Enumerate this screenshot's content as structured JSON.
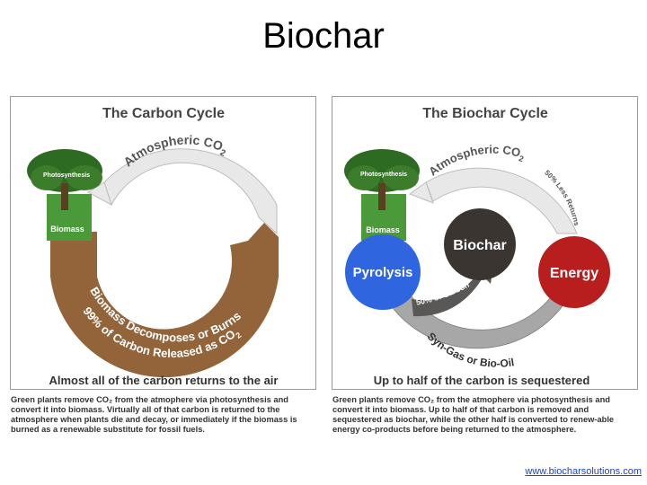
{
  "slide_title": "Biochar",
  "carbon_cycle": {
    "title": "The Carbon Cycle",
    "atmospheric": "Atmospheric CO",
    "atmospheric_sub": "2",
    "photosynthesis": "Photosynthesis",
    "biomass": "Biomass",
    "decompose_line1": "Biomass Decomposes or Burns",
    "decompose_line2": "99% of Carbon Released as CO",
    "decompose_sub": "2",
    "summary": "Almost all of the carbon returns to the air",
    "caption": "Green plants remove CO₂ from the atmophere via photosynthesis and convert it into biomass. Virtually all of that carbon is returned to the atmosphere when plants die and decay, or immediately if the biomass is burned as a renewable substitute for fossil fuels."
  },
  "biochar_cycle": {
    "title": "The Biochar Cycle",
    "atmospheric": "Atmospheric CO",
    "atmospheric_sub": "2",
    "less_returns": "50% Less Returns",
    "photosynthesis": "Photosynthesis",
    "biomass": "Biomass",
    "biochar": "Biochar",
    "pyrolysis": "Pyrolysis",
    "energy": "Energy",
    "fifty_carbon": "50% of Carbon",
    "syngas": "Syn-Gas or Bio-Oil",
    "summary": "Up to half of the carbon is sequestered",
    "caption": "Green plants remove CO₂ from the atmophere via photosynthesis and convert it into biomass. Up to half of that carbon is removed and sequestered as biochar, while the other half is converted to renew-able energy co-products before being returned to the atmosphere."
  },
  "footer_link": "www.biocharsolutions.com",
  "colors": {
    "tree": "#2e6b22",
    "biomass_green": "#4a9a3a",
    "soil_brown": "#93643a",
    "arrow_gray": "#e6e6e6",
    "pyrolysis_blue": "#2f66e0",
    "energy_red": "#b81e1e",
    "biochar_dark": "#3b3532"
  }
}
